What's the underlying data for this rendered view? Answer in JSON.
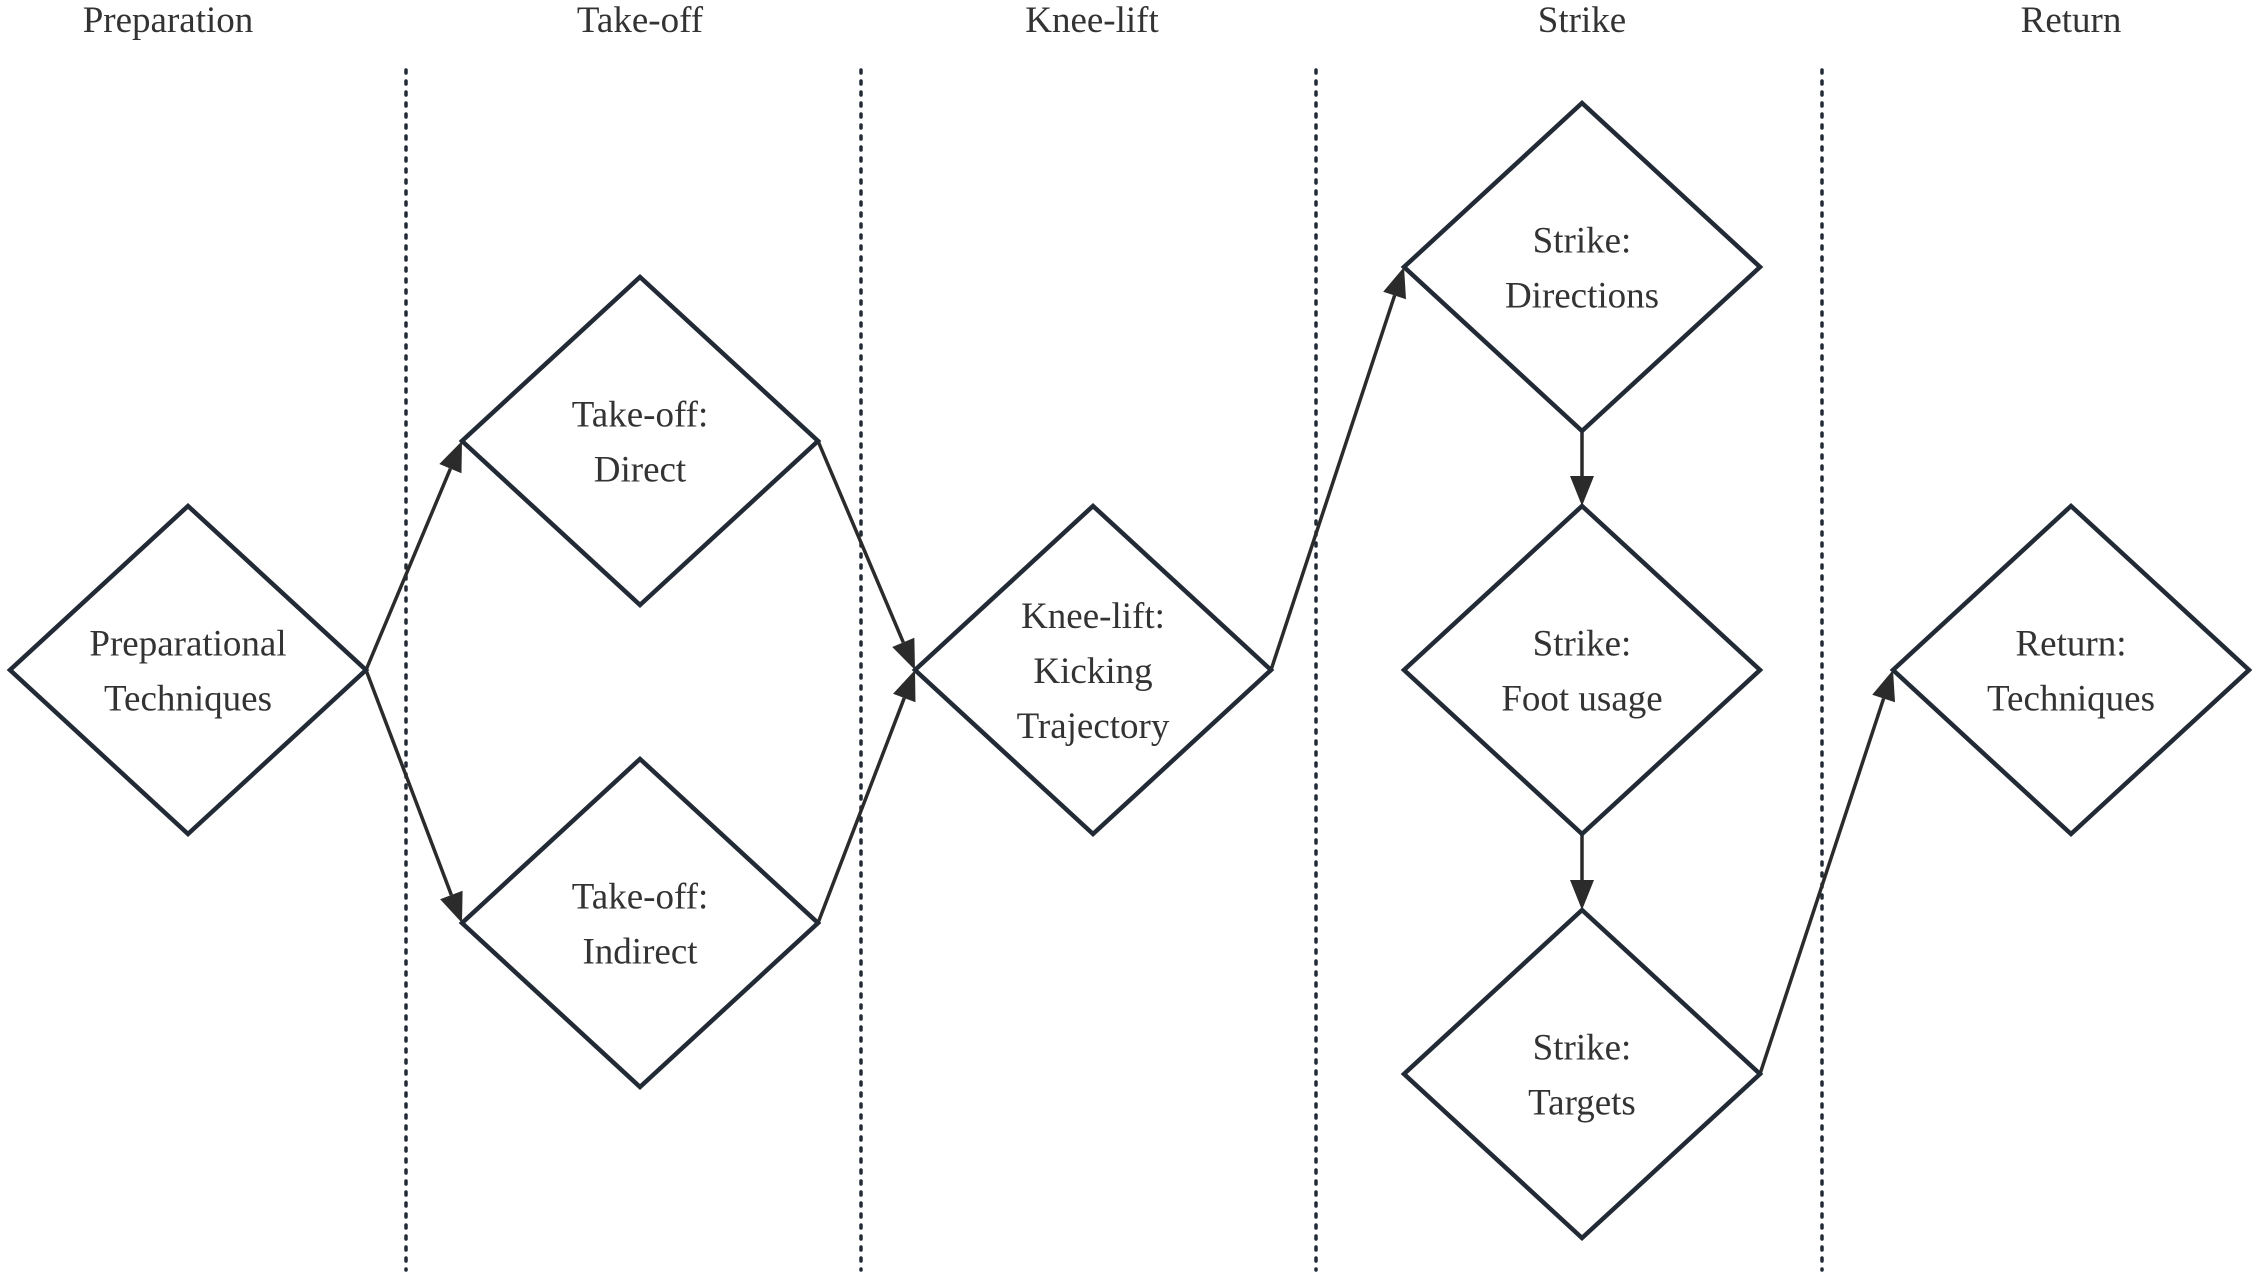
{
  "phases": [
    {
      "id": "preparation",
      "title": "Preparation"
    },
    {
      "id": "take-off",
      "title": "Take-off"
    },
    {
      "id": "knee-lift",
      "title": "Knee-lift"
    },
    {
      "id": "strike",
      "title": "Strike"
    },
    {
      "id": "return",
      "title": "Return"
    }
  ],
  "nodes": [
    {
      "id": "prep",
      "phase": "preparation",
      "lines": [
        "Preparational",
        "Techniques"
      ]
    },
    {
      "id": "direct",
      "phase": "take-off",
      "lines": [
        "Take-off:",
        "Direct"
      ]
    },
    {
      "id": "indirect",
      "phase": "take-off",
      "lines": [
        "Take-off:",
        "Indirect"
      ]
    },
    {
      "id": "knee",
      "phase": "knee-lift",
      "lines": [
        "Knee-lift:",
        "Kicking",
        "Trajectory"
      ]
    },
    {
      "id": "dir",
      "phase": "strike",
      "lines": [
        "Strike:",
        "Directions"
      ]
    },
    {
      "id": "foot",
      "phase": "strike",
      "lines": [
        "Strike:",
        "Foot usage"
      ]
    },
    {
      "id": "targets",
      "phase": "strike",
      "lines": [
        "Strike:",
        "Targets"
      ]
    },
    {
      "id": "ret",
      "phase": "return",
      "lines": [
        "Return:",
        "Techniques"
      ]
    }
  ],
  "edges": [
    {
      "from": "prep",
      "to": "direct"
    },
    {
      "from": "prep",
      "to": "indirect"
    },
    {
      "from": "direct",
      "to": "knee"
    },
    {
      "from": "indirect",
      "to": "knee"
    },
    {
      "from": "knee",
      "to": "dir"
    },
    {
      "from": "dir",
      "to": "foot"
    },
    {
      "from": "foot",
      "to": "targets"
    },
    {
      "from": "targets",
      "to": "ret"
    }
  ],
  "colors": {
    "stroke": "#222a36",
    "text": "#333333",
    "background": "#ffffff"
  }
}
